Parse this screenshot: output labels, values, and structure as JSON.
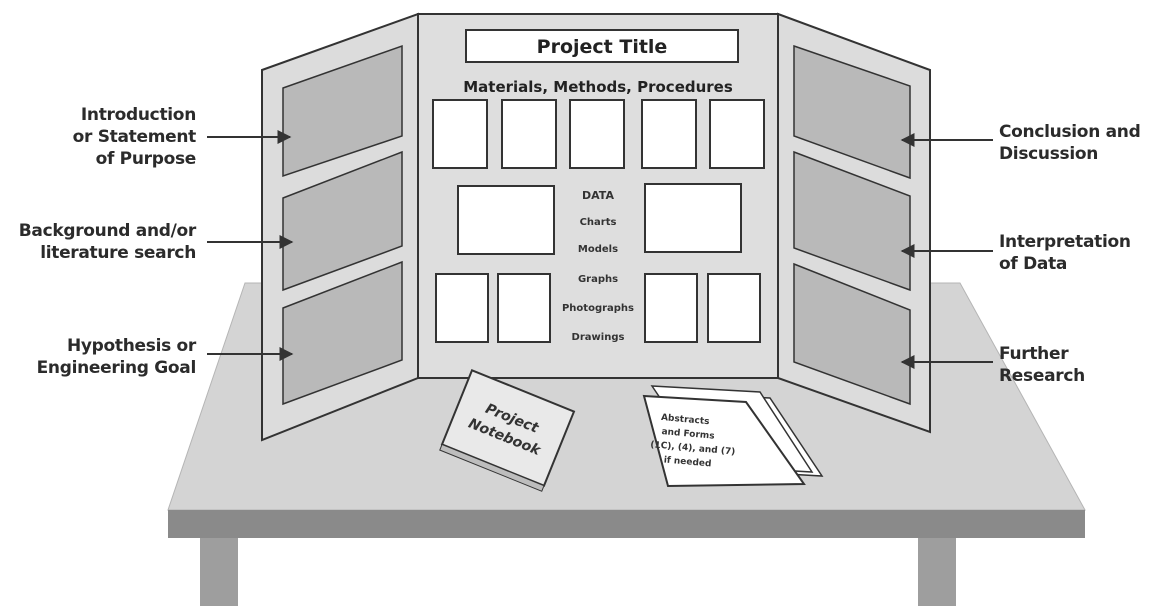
{
  "board": {
    "title": "Project Title",
    "subtitle": "Materials, Methods, Procedures",
    "center_words": [
      "DATA",
      "Charts",
      "Models",
      "Graphs",
      "Photographs",
      "Drawings"
    ]
  },
  "left_labels": [
    {
      "lines": [
        "Introduction",
        "or Statement",
        "of Purpose"
      ]
    },
    {
      "lines": [
        "Background and/or",
        "literature search"
      ]
    },
    {
      "lines": [
        "Hypothesis or",
        "Engineering Goal"
      ]
    }
  ],
  "right_labels": [
    {
      "lines": [
        "Conclusion and",
        "Discussion"
      ]
    },
    {
      "lines": [
        "Interpretation",
        "of Data"
      ]
    },
    {
      "lines": [
        "Further",
        "Research"
      ]
    }
  ],
  "notebook": {
    "lines": [
      "Project",
      "Notebook"
    ]
  },
  "papers": {
    "lines": [
      "Abstracts",
      "and Forms",
      "(1C), (4), and (7)",
      "if needed"
    ]
  }
}
